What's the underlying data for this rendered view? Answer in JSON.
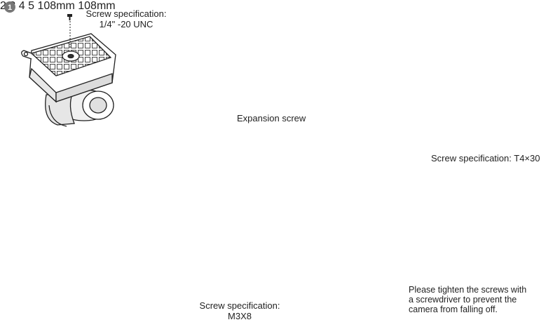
{
  "steps": {
    "s1": "1",
    "s2": "2",
    "s3": "3",
    "s4": "4",
    "s5": "5"
  },
  "labels": {
    "screw_spec_1_line1": "Screw specification:",
    "screw_spec_1_line2": "1/4\" -20 UNC",
    "dim_a": "108mm",
    "dim_b": "108mm",
    "expansion_screw": "Expansion screw",
    "screw_spec_3": "Screw specification: T4×30",
    "screw_spec_5_line1": "Screw specification:",
    "screw_spec_5_line2": "M3X8"
  },
  "note": {
    "line1": "Please tighten the screws with",
    "line2": "a screwdriver to prevent the",
    "line3": "camera from falling off."
  },
  "colors": {
    "dimension": "#1f7a4d",
    "arrow": "#8c8c8c",
    "step_badge": "#777777",
    "lightbulb": "#f2c94c",
    "line": "#333333"
  },
  "icons": [
    "step-badge-icon",
    "next-step-arrow-icon",
    "push-arrow-icon",
    "up-arrow-icon",
    "lightbulb-icon",
    "screw-icon",
    "camera-icon",
    "mount-plate-icon",
    "ceiling-plane-icon"
  ]
}
